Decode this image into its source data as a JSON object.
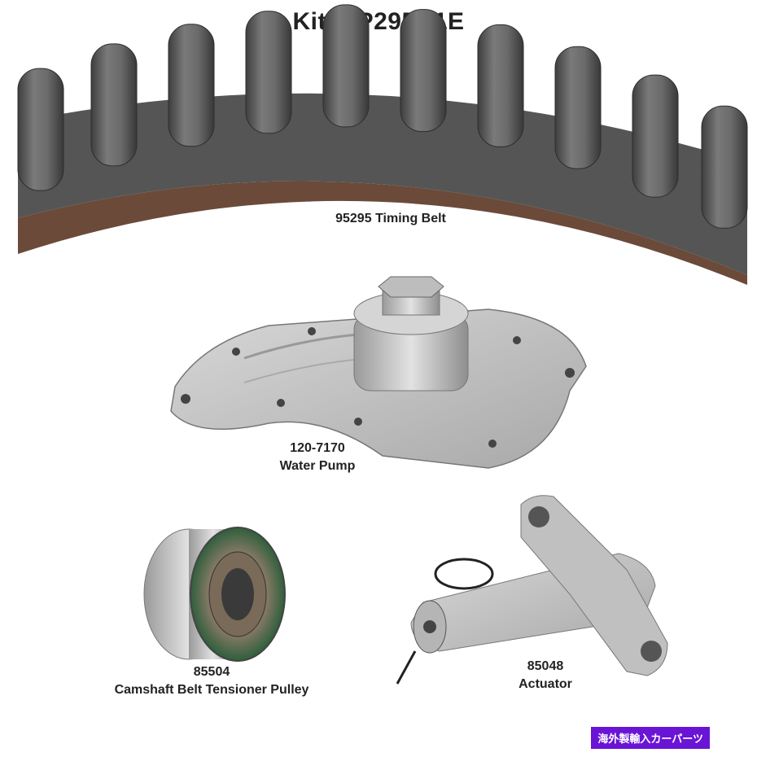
{
  "kit": {
    "title": "Kit WP295K1E"
  },
  "parts": [
    {
      "number": "95295",
      "name": "Timing Belt"
    },
    {
      "number": "120-7170",
      "name": "Water Pump"
    },
    {
      "number": "85504",
      "name": "Camshaft Belt Tensioner Pulley"
    },
    {
      "number": "85048",
      "name": "Actuator"
    }
  ],
  "badge": {
    "text": "海外製輸入カーパーツ"
  },
  "colors": {
    "badge": "#6a14d6",
    "belt": "#5e5e5e",
    "belt_edge": "#6b4a3a",
    "metal": "#c8c8c8"
  }
}
